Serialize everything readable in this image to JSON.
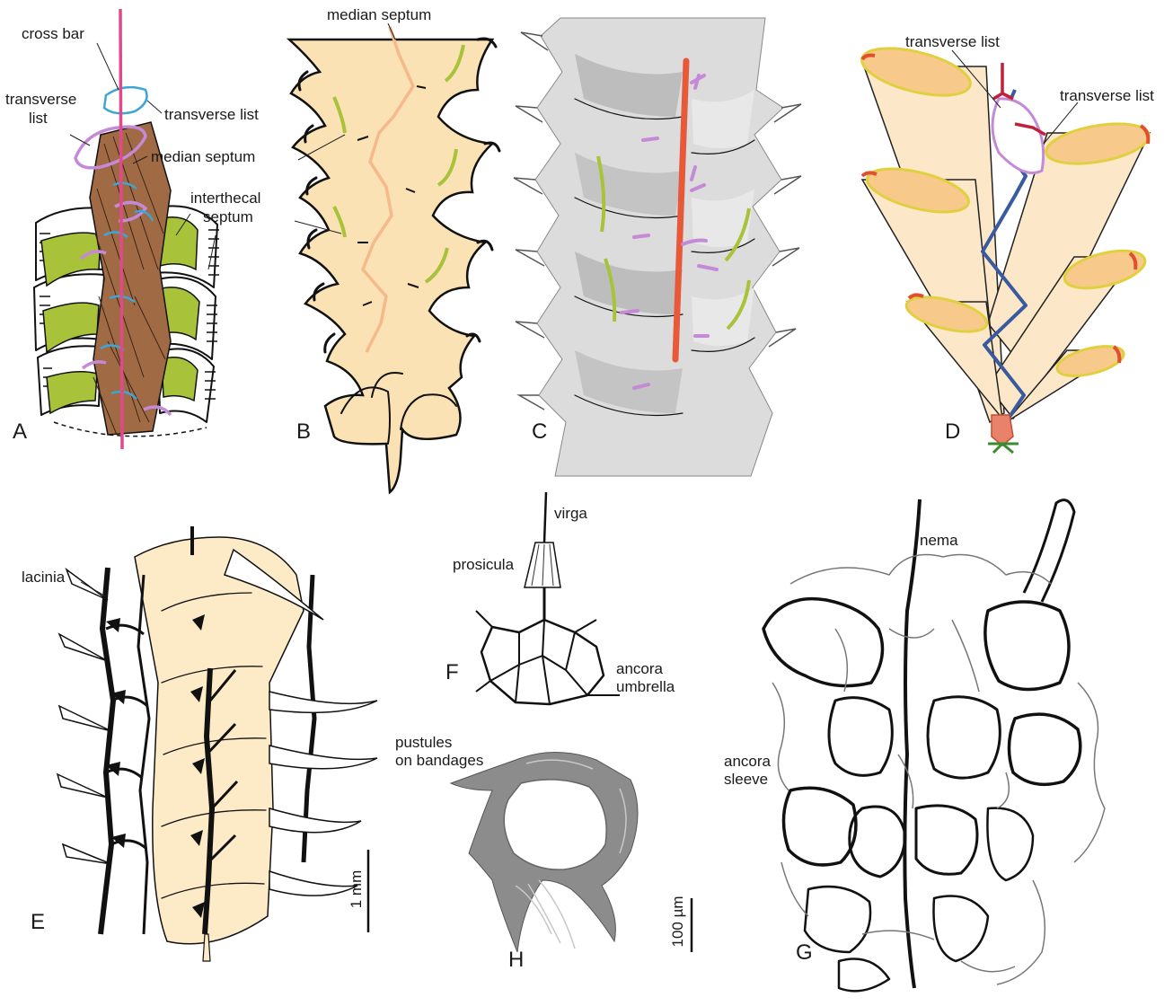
{
  "panels": {
    "A": {
      "letter": "A",
      "labels": {
        "cross_bar": "cross bar",
        "transverse_list_left_1": "transverse",
        "transverse_list_left_2": "list",
        "transverse_list_right": "transverse list",
        "median_septum": "median septum",
        "interthecal_1": "interthecal",
        "interthecal_2": "septum"
      }
    },
    "B": {
      "letter": "B",
      "labels": {
        "median_septum": "median septum"
      }
    },
    "C": {
      "letter": "C"
    },
    "D": {
      "letter": "D",
      "labels": {
        "transverse_list_left": "transverse list",
        "transverse_list_right": "transverse list"
      }
    },
    "E": {
      "letter": "E",
      "labels": {
        "lacinia": "lacinia",
        "scale": "1 mm"
      }
    },
    "F": {
      "letter": "F",
      "labels": {
        "virga": "virga",
        "prosicula": "prosicula",
        "ancora_1": "ancora",
        "ancora_2": "umbrella"
      }
    },
    "H": {
      "letter": "H",
      "labels": {
        "pustules_1": "pustules",
        "pustules_2": "on bandages",
        "scale": "100 µm"
      }
    },
    "G": {
      "letter": "G",
      "labels": {
        "nema": "nema",
        "sleeve_1": "ancora",
        "sleeve_2": "sleeve"
      }
    }
  },
  "colors": {
    "median_septum_A": "#e04a8a",
    "transverse_list": "#c58ad6",
    "cross_bar": "#3ea5d4",
    "interthecal_septum": "#a8c23a",
    "theca_fill_B": "#fbe2b4",
    "median_septum_B": "#f5b98a",
    "nema_C": "#e8593a",
    "theca_D": "#fce8c8",
    "aperture_D": "#f7c98a",
    "aperture_rim_D": "#e0d040",
    "zigzag_D": "#3a5aa0",
    "nema_D": "#c0213a",
    "sicula_D": "#e8826a",
    "rhabdosome_E": "#fdebc8"
  }
}
